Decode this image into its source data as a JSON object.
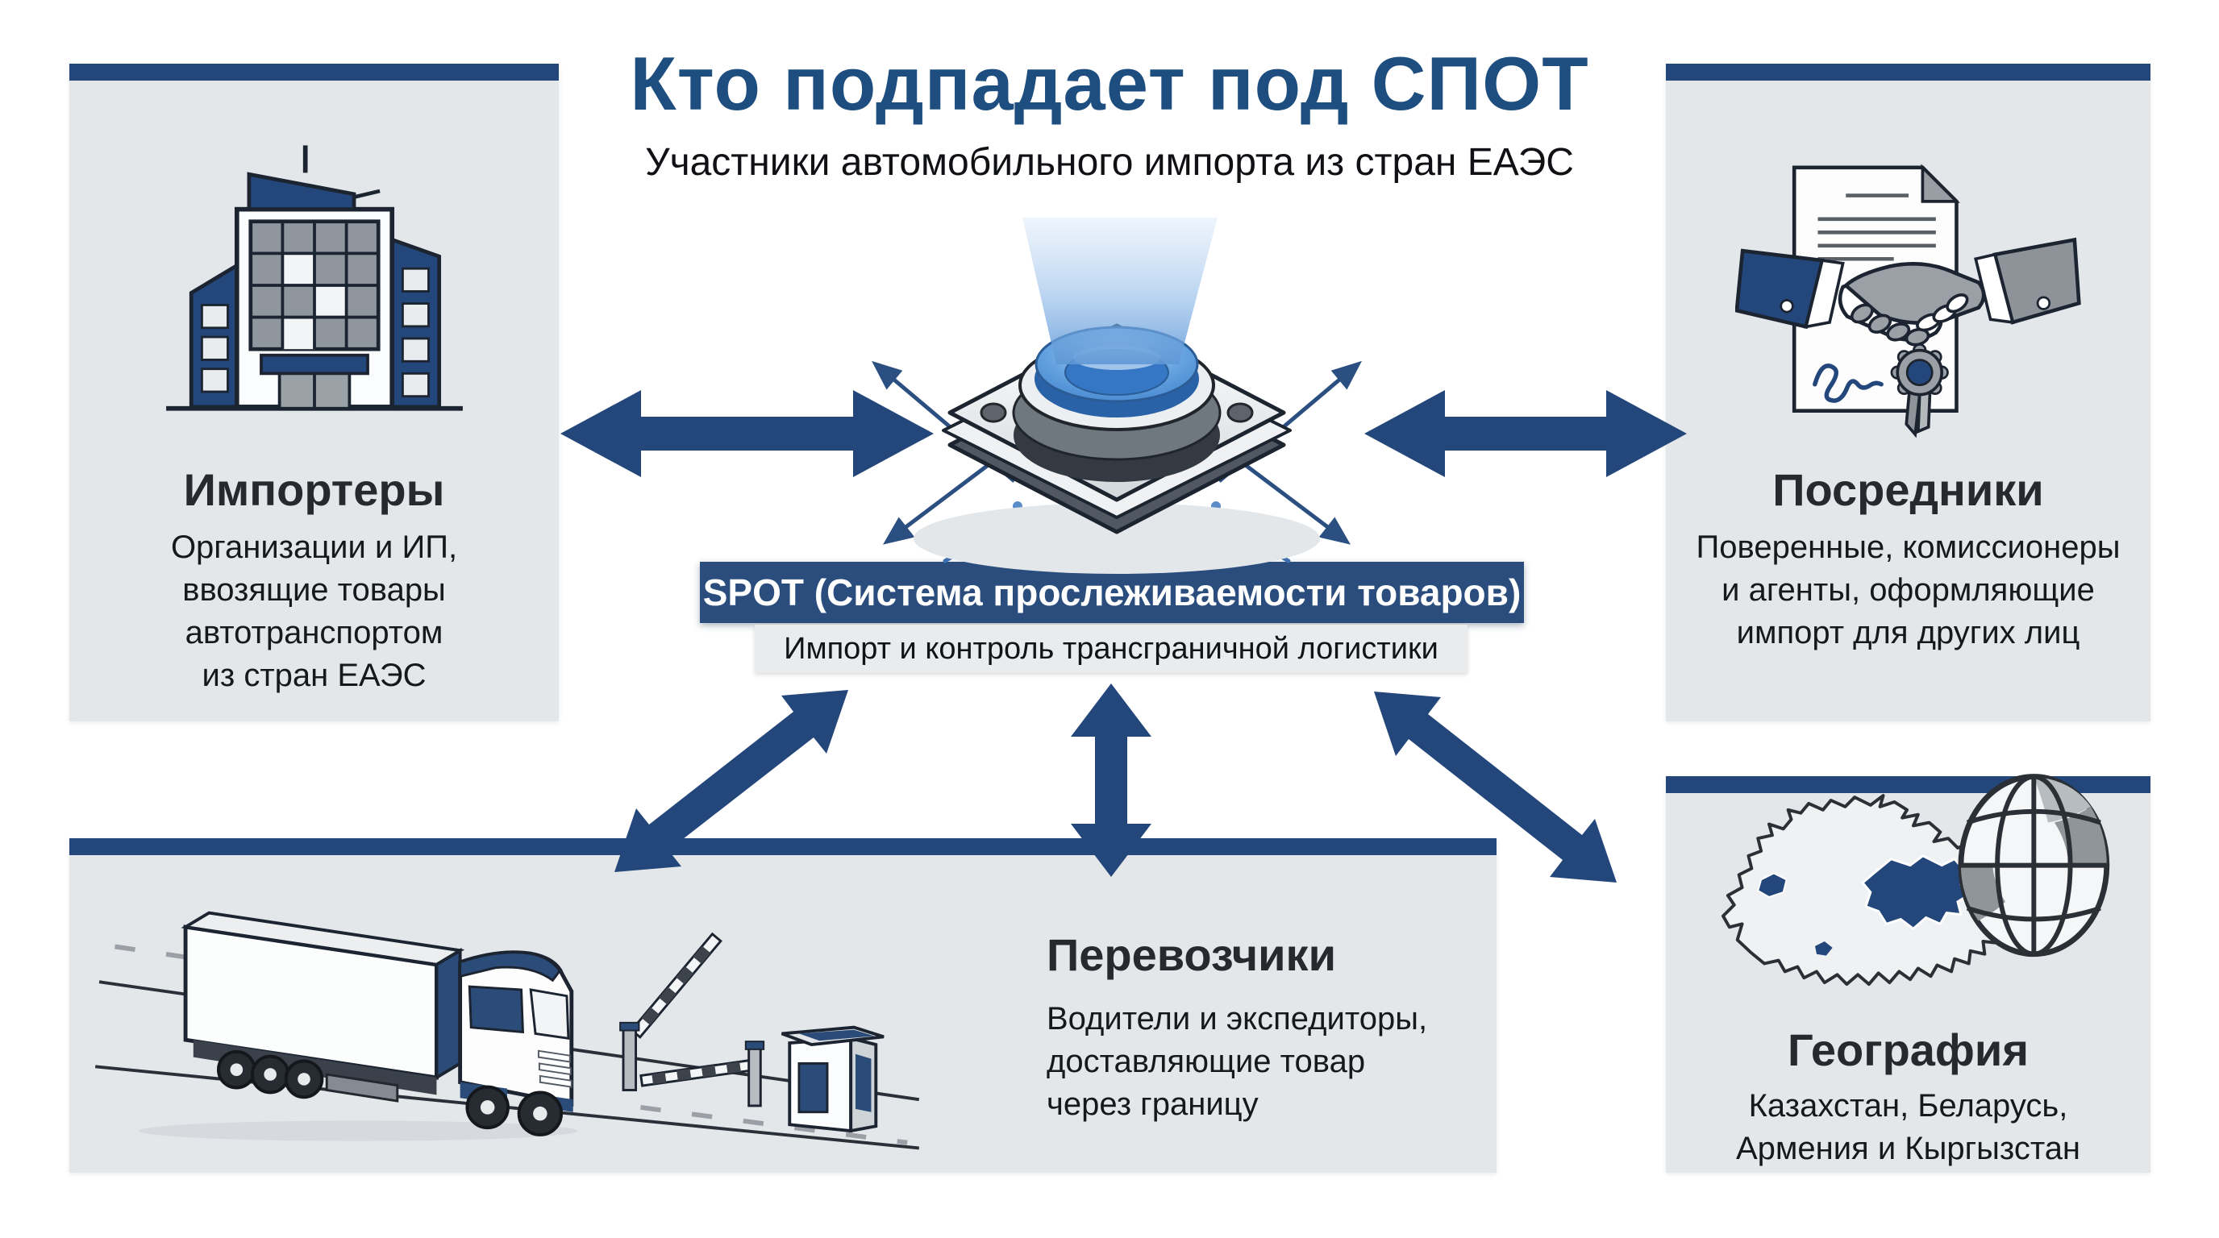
{
  "title": {
    "text": "Кто подпадает под СПОТ",
    "subtitle": "Участники автомобильного импорта из стран ЕАЭС"
  },
  "center": {
    "system_label": "SPOT (Система прослеживаемости товаров)",
    "system_sublabel": "Импорт и контроль трансграничной логистики",
    "device_icon": "spot-sensor-device",
    "beam_icon": "light-beam"
  },
  "panels": {
    "importers": {
      "heading": "Импортеры",
      "body": "Организации и ИП,\nввозящие товары\nавтотранспортом\nиз стран ЕАЭС",
      "icon": "office-building-icon"
    },
    "intermediaries": {
      "heading": "Посредники",
      "body": "Поверенные, комиссионеры\nи агенты, оформляющие\nимпорт для других лиц",
      "icon": "contract-handshake-icon"
    },
    "carriers": {
      "heading": "Перевозчики",
      "body": "Водители и экспедиторы,\nдоставляющие товар\nчерез границу",
      "icon": "truck-border-checkpoint-icon"
    },
    "geography": {
      "heading": "География",
      "body": "Казахстан, Беларусь,\nАрмения и Кыргызстан",
      "icon": "eaeu-map-globe-icon"
    }
  },
  "colors": {
    "navy": "#24477b",
    "spot_bar_navy": "#2a4d7d",
    "panel_gray": "#e4e7e9",
    "beam_blue": "#5b9bd5",
    "title_navy": "#1d4e7f",
    "heading_text": "#26292e"
  }
}
